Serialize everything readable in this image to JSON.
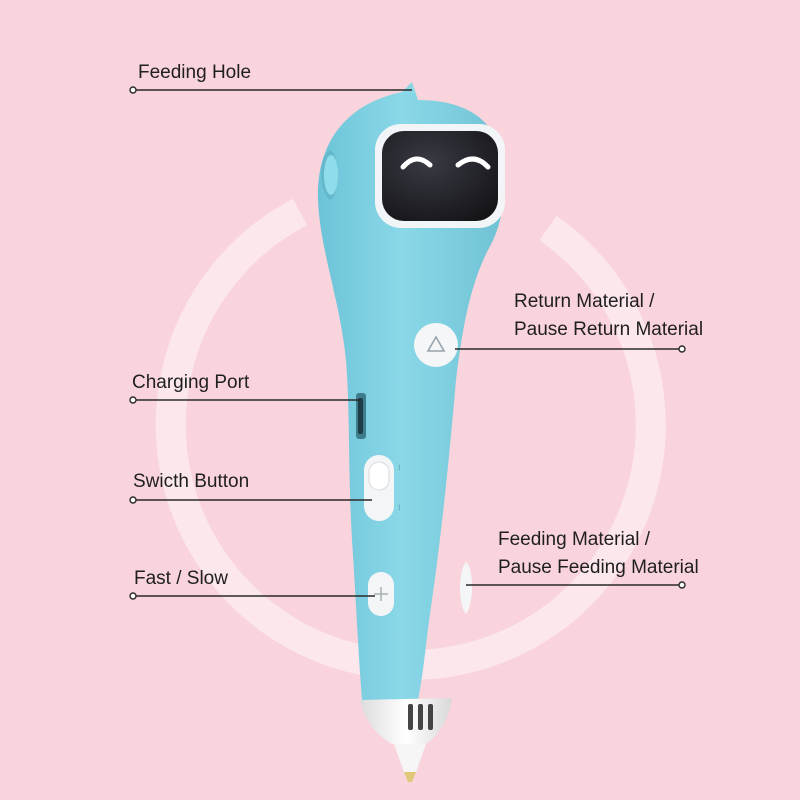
{
  "colors": {
    "background": "#f9d4dc",
    "ring": "#fbe7ec",
    "pen_body": "#7fd0e1",
    "pen_shadow": "#5fb6ca",
    "pen_tip": "#f3f3f3",
    "face": "#1c1c22",
    "leader_line": "#2a2a2a"
  },
  "callouts": {
    "feeding_hole": {
      "label": "Feeding Hole"
    },
    "return_material": {
      "line1": "Return Material /",
      "line2": "Pause Return Material"
    },
    "charging_port": {
      "label": "Charging Port"
    },
    "switch_button": {
      "label": "Swicth Button"
    },
    "feeding_material": {
      "line1": "Feeding Material /",
      "line2": "Pause Feeding Material"
    },
    "fast_slow": {
      "label": "Fast / Slow"
    }
  }
}
